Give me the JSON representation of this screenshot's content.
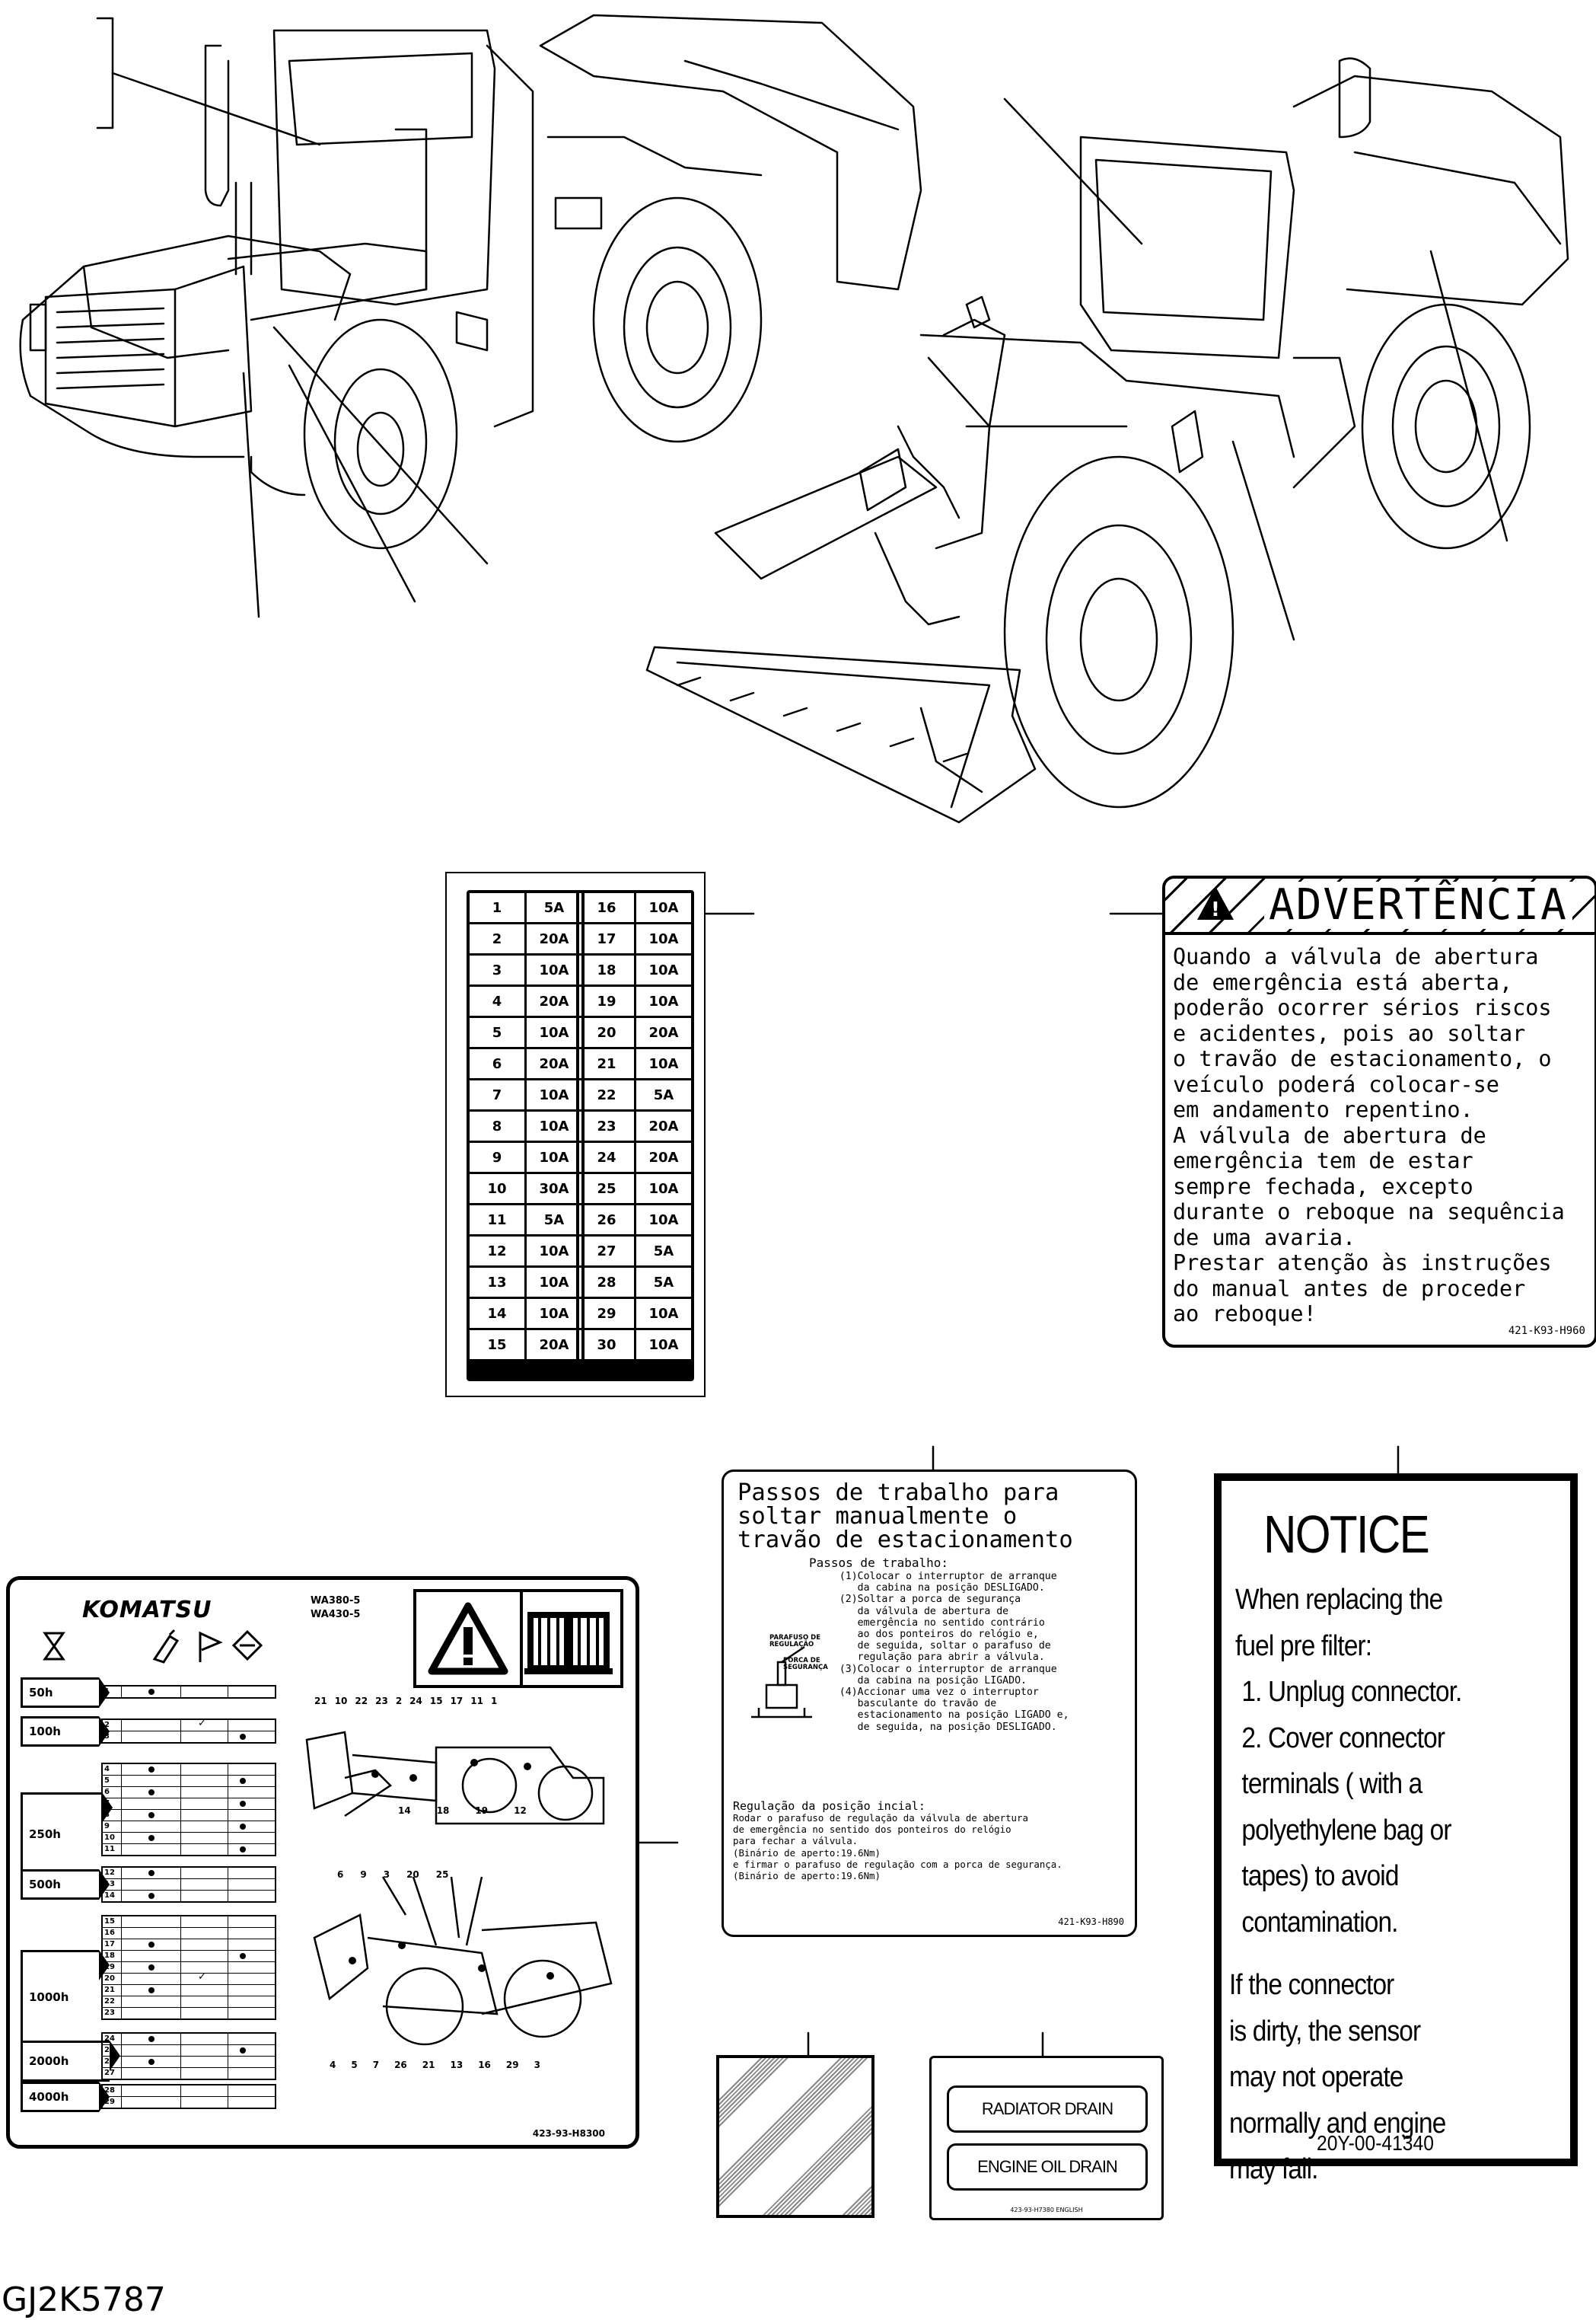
{
  "figure_id": "GJ2K5787",
  "fuse_label": {
    "left_column": [
      [
        "1",
        "5A"
      ],
      [
        "2",
        "20A"
      ],
      [
        "3",
        "10A"
      ],
      [
        "4",
        "20A"
      ],
      [
        "5",
        "10A"
      ],
      [
        "6",
        "20A"
      ],
      [
        "7",
        "10A"
      ],
      [
        "8",
        "10A"
      ],
      [
        "9",
        "10A"
      ],
      [
        "10",
        "30A"
      ],
      [
        "11",
        "5A"
      ],
      [
        "12",
        "10A"
      ],
      [
        "13",
        "10A"
      ],
      [
        "14",
        "10A"
      ],
      [
        "15",
        "20A"
      ]
    ],
    "right_column": [
      [
        "16",
        "10A"
      ],
      [
        "17",
        "10A"
      ],
      [
        "18",
        "10A"
      ],
      [
        "19",
        "10A"
      ],
      [
        "20",
        "20A"
      ],
      [
        "21",
        "10A"
      ],
      [
        "22",
        "5A"
      ],
      [
        "23",
        "20A"
      ],
      [
        "24",
        "20A"
      ],
      [
        "25",
        "10A"
      ],
      [
        "26",
        "10A"
      ],
      [
        "27",
        "5A"
      ],
      [
        "28",
        "5A"
      ],
      [
        "29",
        "10A"
      ],
      [
        "30",
        "10A"
      ]
    ]
  },
  "warning_label": {
    "title": "ADVERTÊNCIA",
    "text": "Quando a válvula de abertura\nde emergência está aberta,\npoderão ocorrer sérios riscos\ne acidentes, pois ao soltar\no travão de estacionamento, o\nveículo poderá colocar-se\nem andamento repentino.\nA válvula de abertura de\nemergência tem de estar\nsempre fechada, excepto\ndurante o reboque na sequência\nde uma avaria.",
    "text2": "Prestar atenção às instruções\ndo manual antes de proceder\nao reboque!",
    "code": "421-K93-H960"
  },
  "maintenance_chart": {
    "brand": "KOMATSU",
    "models": [
      "WA380-5",
      "WA430-5"
    ],
    "intervals": [
      "50h",
      "100h",
      "250h",
      "500h",
      "1000h",
      "2000h",
      "4000h"
    ],
    "code": "423-93-H8300",
    "callouts_top": [
      "21",
      "10",
      "22",
      "23",
      "2",
      "24",
      "15",
      "17",
      "11",
      "1"
    ],
    "callouts_mid": [
      "14",
      "18",
      "19",
      "12"
    ],
    "callouts_bot_top": [
      "6",
      "9",
      "3",
      "20",
      "25"
    ],
    "callouts_bot": [
      "4",
      "5",
      "7",
      "26",
      "21",
      "13",
      "16",
      "29",
      "3"
    ]
  },
  "passos_label": {
    "title": "Passos de trabalho para\nsoltar manualmente o\ntravão de estacionamento",
    "subtitle": "Passos de trabalho:",
    "steps": "   (1)Colocar o interruptor de arranque\n      da cabina na posição DESLIGADO.\n   (2)Soltar a porca de segurança\n      da válvula de abertura de\n      emergência no sentido contrário\n      ao dos ponteiros do relógio e,\n      de seguida, soltar o parafuso de\n      regulação para abrir a válvula.\n   (3)Colocar o interruptor de arranque\n      da cabina na posição LIGADO.\n   (4)Accionar uma vez o interruptor\n      basculante do travão de\n      estacionamento na posição LIGADO e,\n      de seguida, na posição DESLIGADO.",
    "icon_label_a": "PARAFUSO DE\nREGULAÇÃO",
    "icon_label_b": "PORCA DE\nSEGURANÇA",
    "reg_title": "Regulação da posição incial:",
    "reg_text": "Rodar o parafuso de regulação da válvula de abertura\nde emergência no sentido dos ponteiros do relógio\npara fechar a válvula.\n(Binário de aperto:19.6Nm)\ne firmar o parafuso de regulação com a porca de segurança.\n(Binário de aperto:19.6Nm)",
    "code": "421-K93-H890"
  },
  "notice_label": {
    "title": "NOTICE",
    "text1": "When replacing the\nfuel pre filter:\n 1. Unplug connector.\n 2. Cover connector\n terminals ( with a\n polyethylene bag or\n tapes) to avoid\n contamination.",
    "text2": "If the connector\nis dirty, the sensor\nmay not operate\nnormally and engine\nmay fail.",
    "code": "20Y-00-41340"
  },
  "drain_plate": {
    "label1": "RADIATOR DRAIN",
    "label2": "ENGINE OIL DRAIN",
    "code": "423-93-H7380 ENGLISH"
  }
}
